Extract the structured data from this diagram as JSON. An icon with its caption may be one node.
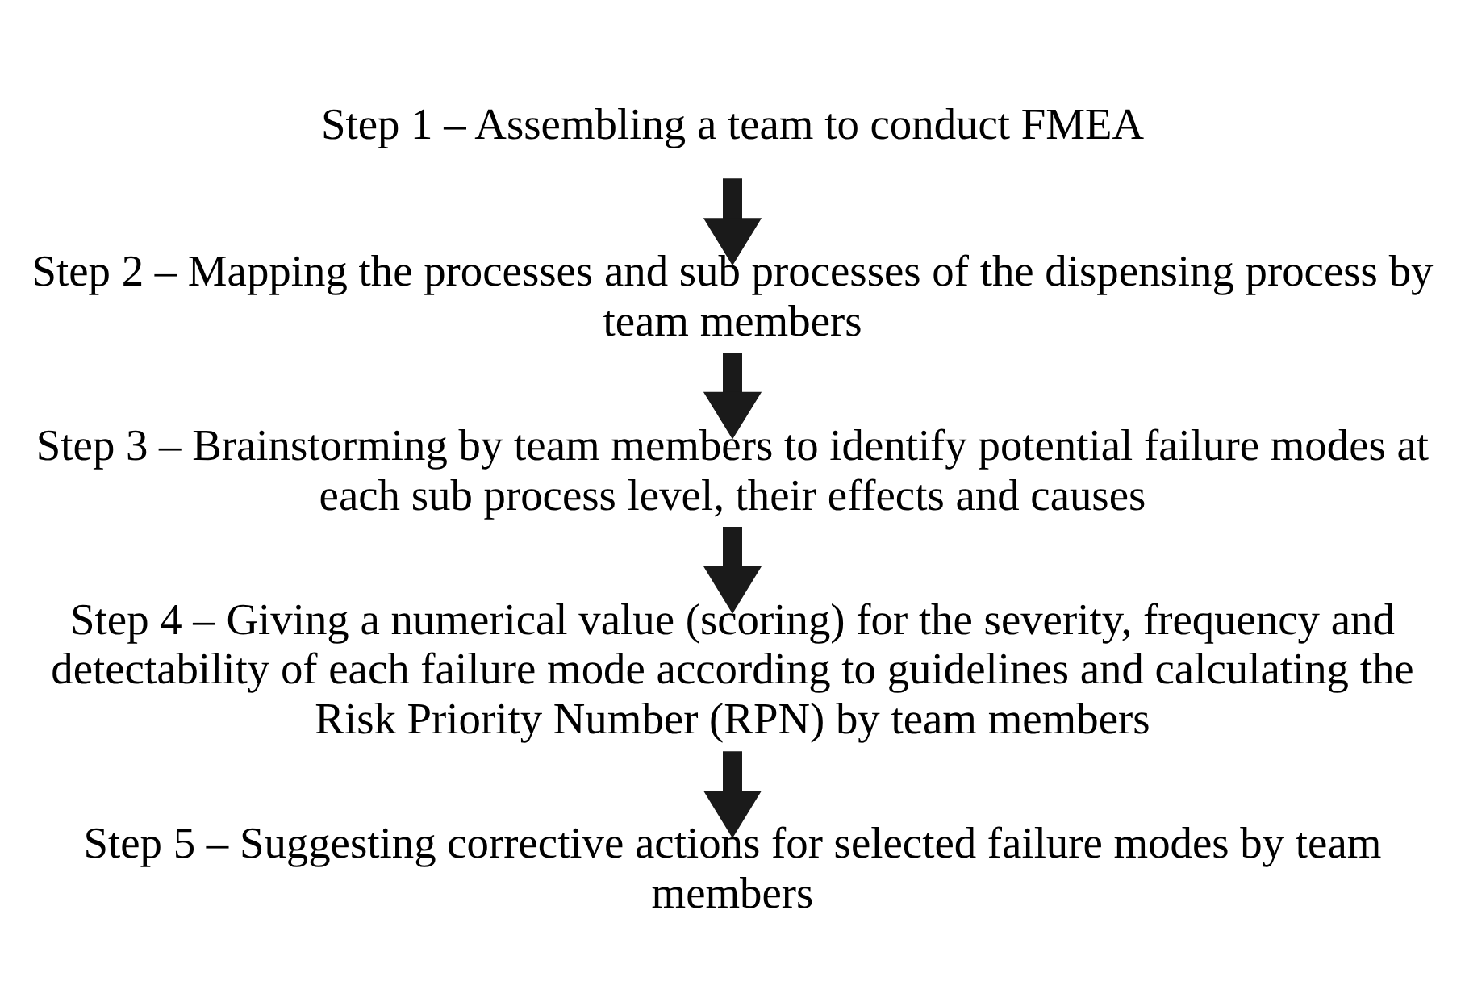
{
  "diagram": {
    "nodes": [
      {
        "text": [
          "Step 1 – Assembling a team to conduct FMEA"
        ]
      },
      {
        "text": [
          "Step 2 – Mapping the processes and sub processes of the dispensing process by team members"
        ]
      },
      {
        "text": [
          "Step 3 – Brainstorming by team members to identify potential failure modes at each sub process level, their effects and causes"
        ]
      },
      {
        "text": [
          "Step 4 – Giving a numerical value (scoring) for the severity, frequency and detectability of each failure mode according to guidelines and calculating the Risk Priority Number (RPN) by team members"
        ]
      },
      {
        "text": [
          "Step 5 – Suggesting corrective actions for selected failure modes by team members"
        ]
      }
    ],
    "edges": [
      {
        "from": 0,
        "to": 1,
        "arrow": "to"
      },
      {
        "from": 1,
        "to": 2,
        "arrow": "to"
      },
      {
        "from": 2,
        "to": 3,
        "arrow": "to"
      },
      {
        "from": 3,
        "to": 4,
        "arrow": "to"
      }
    ]
  }
}
